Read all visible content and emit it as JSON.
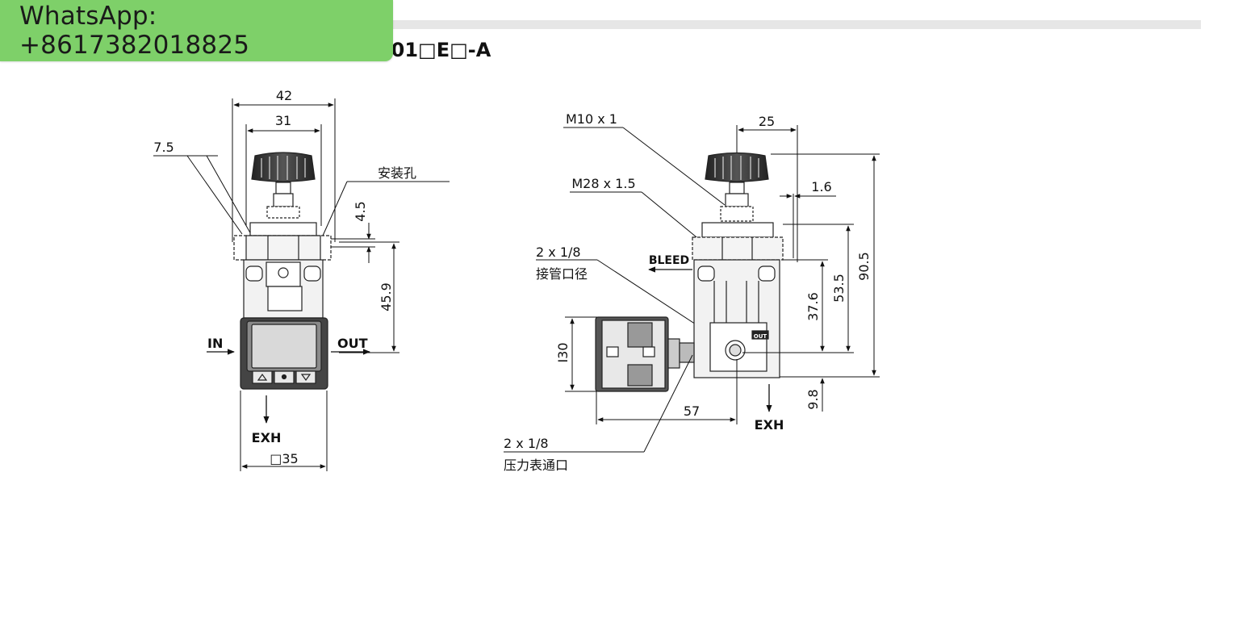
{
  "badge": {
    "text": "WhatsApp: +8617382018825",
    "color": "#7ed069"
  },
  "model_title": "0-01□E□-A",
  "front_view": {
    "dim_42": "42",
    "dim_31": "31",
    "dim_7_5": "7.5",
    "mount_hole_label": "安装孔",
    "dim_4_5": "4.5",
    "dim_45_9": "45.9",
    "in_label": "IN",
    "out_label": "OUT",
    "exh_label": "EXH",
    "dim_35": "□35"
  },
  "side_view": {
    "thread_m10": "M10 x 1",
    "dim_25": "25",
    "thread_m28": "M28 x 1.5",
    "dim_1_6": "1.6",
    "port_1_8_top": "2 x 1/8",
    "port_pipe_label": "接管口径",
    "bleed_label": "BLEED",
    "dim_90_5": "90.5",
    "dim_53_5": "53.5",
    "dim_37_6": "37.6",
    "dim_30": "I30",
    "dim_9_8": "9.8",
    "dim_57": "57",
    "exh_label": "EXH",
    "port_1_8_bottom": "2 x 1/8",
    "gauge_port_label": "压力表通口",
    "out_tag": "OUT"
  }
}
